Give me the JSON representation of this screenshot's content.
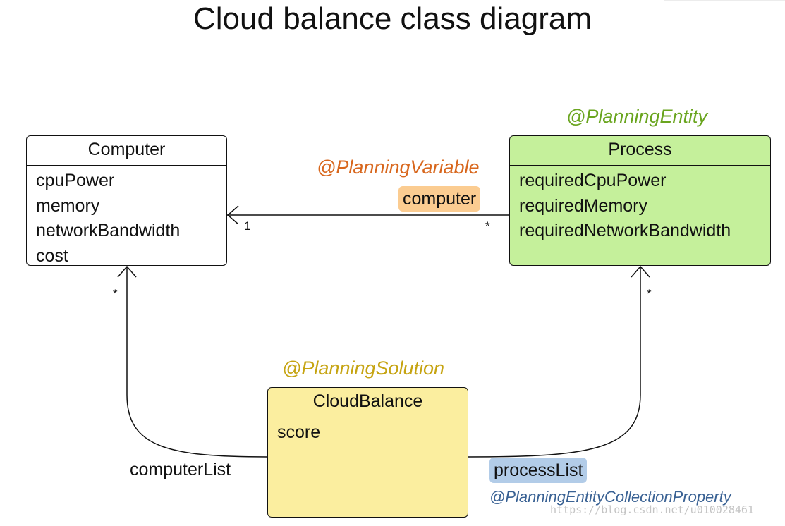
{
  "title": "Cloud balance class diagram",
  "classes": {
    "computer": {
      "name": "Computer",
      "attributes": [
        "cpuPower",
        "memory",
        "networkBandwidth",
        "cost"
      ]
    },
    "process": {
      "name": "Process",
      "attributes": [
        "requiredCpuPower",
        "requiredMemory",
        "requiredNetworkBandwidth"
      ]
    },
    "cloudbalance": {
      "name": "CloudBalance",
      "attributes": [
        "score"
      ]
    }
  },
  "annotations": {
    "planning_entity": "@PlanningEntity",
    "planning_variable": "@PlanningVariable",
    "planning_solution": "@PlanningSolution",
    "planning_entity_collection_property": "@PlanningEntityCollectionProperty"
  },
  "relations": {
    "computer_ref": {
      "role": "computer",
      "multiplicity_target": "1",
      "multiplicity_source": "*"
    },
    "computer_list": {
      "role": "computerList",
      "multiplicity": "*"
    },
    "process_list": {
      "role": "processList",
      "multiplicity": "*"
    }
  },
  "colors": {
    "process_fill": "#c5f09b",
    "cloudbalance_fill": "#fbee9f",
    "computer_fill": "#ffffff",
    "planning_entity": "#6aa51f",
    "planning_variable": "#d8671d",
    "planning_solution": "#c6a412",
    "collection_property": "#3a6294",
    "computer_tag": "#fbcc91",
    "processlist_tag": "#b2cce8"
  },
  "watermark": "https://blog.csdn.net/u010028461"
}
